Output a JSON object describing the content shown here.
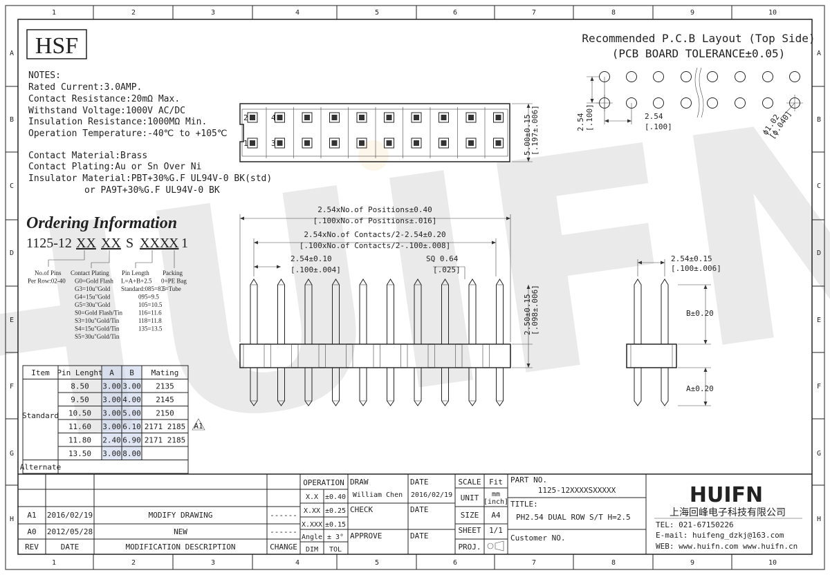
{
  "border": {
    "cols": [
      "1",
      "2",
      "3",
      "4",
      "5",
      "6",
      "7",
      "8",
      "9",
      "10"
    ],
    "rows": [
      "A",
      "B",
      "C",
      "D",
      "E",
      "F",
      "G",
      "H"
    ]
  },
  "logo": "HSF",
  "watermark": "HUIFN",
  "notes": [
    "NOTES:",
    "Rated Current:3.0AMP.",
    "Contact Resistance:20mΩ Max.",
    "Withstand Voltage:1000V AC/DC",
    "Insulation Resistance:1000MΩ Min.",
    "Operation Temperature:-40℃ to +105℃",
    "Contact Material:Brass",
    "Contact Plating:Au or Sn Over Ni",
    "Insulator Material:PBT+30%G.F UL94V-0 BK(std)",
    "or PA9T+30%G.F UL94V-0 BK"
  ],
  "ordering": {
    "title": "Ordering Information",
    "code_prefix": "1125-12",
    "code_parts": [
      "XX",
      "XX",
      "S",
      "XXX",
      "X",
      "1"
    ],
    "no_of_pins": [
      "No.of Pins",
      "Per Row:02-40"
    ],
    "contact_plating": [
      "Contact Plating",
      "G0=Gold Flash",
      "G3=10u\"Gold",
      "G4=15u\"Gold",
      "G5=30u\"Gold",
      "S0=Gold Flash/Tin",
      "S3=10u\"Gold/Tin",
      "S4=15u\"Gold/Tin",
      "S5=30u\"Gold/Tin"
    ],
    "pin_length": [
      "Pin Length",
      "L=A+B+2.5",
      "Standard:085=8.5",
      "095=9.5",
      "105=10.5",
      "116=11.6",
      "118=11.8",
      "135=13.5"
    ],
    "packing": [
      "Packing",
      "0=PE Bag",
      "T=Tube"
    ]
  },
  "pin_table": {
    "headers": [
      "Item",
      "Pin Lenght",
      "A",
      "B",
      "Mating"
    ],
    "group_label": "Standard",
    "alternate_label": "Alternate",
    "rows": [
      {
        "len": "8.50",
        "a": "3.00",
        "b": "3.00",
        "m": "2135"
      },
      {
        "len": "9.50",
        "a": "3.00",
        "b": "4.00",
        "m": "2145"
      },
      {
        "len": "10.50",
        "a": "3.00",
        "b": "5.00",
        "m": "2150"
      },
      {
        "len": "11.60",
        "a": "3.00",
        "b": "6.10",
        "m": "2171  2185"
      },
      {
        "len": "11.80",
        "a": "2.40",
        "b": "6.90",
        "m": "2171  2185"
      },
      {
        "len": "13.50",
        "a": "3.00",
        "b": "8.00",
        "m": ""
      }
    ],
    "rev_mark": "A1"
  },
  "pcb": {
    "title1": "Recommended P.C.B Layout (Top Side)",
    "title2": "(PCB BOARD TOLERANCE±0.05)",
    "dim_pitch": "2.54",
    "dim_pitch_in": "[.100]",
    "dim_row": "2.54",
    "dim_row_in": "[.100]",
    "dim_hole": "ϕ1.02",
    "dim_hole_in": "[ϕ.040]"
  },
  "top_view": {
    "pin_labels": [
      "2",
      "4",
      "1",
      "3"
    ],
    "dim_h": "5.00±0.15",
    "dim_h_in": "[.197±.006]"
  },
  "front_view": {
    "dim_total": "2.54xNo.of Positions±0.40",
    "dim_total_in": "[.100xNo.of Positions±.016]",
    "dim_contacts": "2.54xNo.of Contacts/2-2.54±0.20",
    "dim_contacts_in": "[.100xNo.of Contacts/2-.100±.008]",
    "dim_pitch": "2.54±0.10",
    "dim_pitch_in": "[.100±.004]",
    "dim_sq": "SQ 0.64",
    "dim_sq_in": "[.025]",
    "dim_h": "2.50±0.15",
    "dim_h_in": "[.098±.006]"
  },
  "side_view": {
    "dim_pitch": "2.54±0.15",
    "dim_pitch_in": "[.100±.006]",
    "dim_b": "B±0.20",
    "dim_a": "A±0.20"
  },
  "revisions": [
    {
      "rev": "A1",
      "date": "2016/02/19",
      "desc": "MODIFY DRAWING",
      "change": "------"
    },
    {
      "rev": "A0",
      "date": "2012/05/28",
      "desc": "NEW",
      "change": "------"
    }
  ],
  "rev_headers": [
    "REV",
    "DATE",
    "MODIFICATION  DESCRIPTION",
    "CHANGE"
  ],
  "operation": {
    "title": "OPERATION",
    "rows": [
      [
        "X.X",
        "±0.40"
      ],
      [
        "X.XX",
        "±0.25"
      ],
      [
        "X.XXX",
        "±0.15"
      ],
      [
        "Angle",
        "± 3°"
      ],
      [
        "DIM",
        "TOL"
      ]
    ]
  },
  "approval": {
    "draw": "DRAW",
    "drawer": "William Chen",
    "date_label": "DATE",
    "draw_date": "2016/02/19",
    "check": "CHECK",
    "approve": "APPROVE"
  },
  "scale": {
    "scale": "SCALE",
    "fit": "Fit",
    "unit": "UNIT",
    "unit_val1": "mm",
    "unit_val2": "[inch]",
    "size": "SIZE",
    "size_val": "A4",
    "sheet": "SHEET",
    "sheet_val": "1/1",
    "proj": "PROJ."
  },
  "part": {
    "label": "PART NO.",
    "value": "1125-12XXXXSXXXXX",
    "title_label": "TITLE:",
    "title_value": "PH2.54 DUAL ROW S/T H=2.5",
    "customer": "Customer NO."
  },
  "company": {
    "brand": "HUIFN",
    "name": "上海回峰电子科技有限公司",
    "tel": "TEL: 021-67150226",
    "email": "E-mail: huifeng_dzkj@163.com",
    "web": "WEB: www.huifn.com  www.huifn.cn"
  }
}
